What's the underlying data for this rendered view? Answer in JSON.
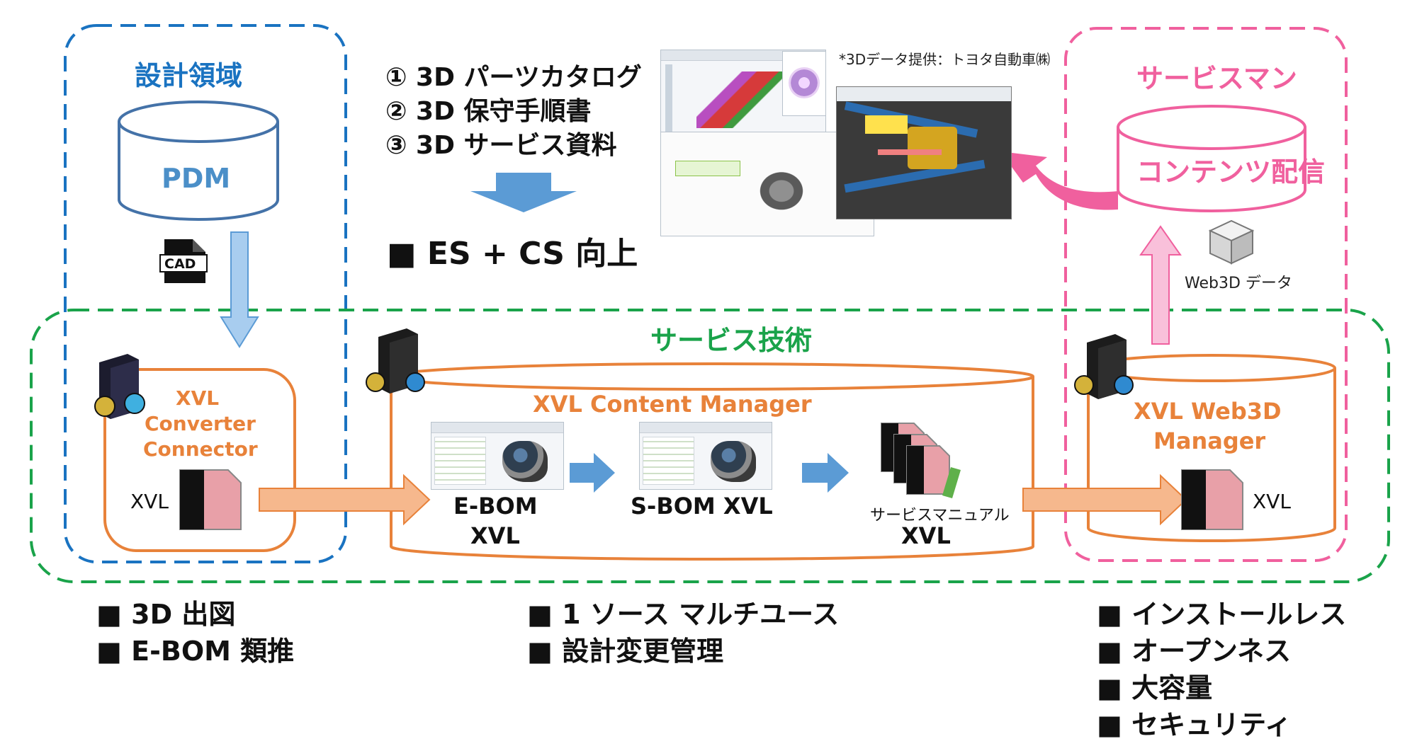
{
  "design_area": {
    "title": "設計領域",
    "db_label": "PDM",
    "file_icon": "CAD"
  },
  "service_man": {
    "title": "サービスマン",
    "db_label": "コンテンツ配信",
    "data_label": "Web3D データ"
  },
  "service_tech": {
    "title": "サービス技術"
  },
  "converter": {
    "title_lines": [
      "XVL",
      "Converter",
      "Connector"
    ],
    "file_label": "XVL"
  },
  "content_manager": {
    "title": "XVL Content Manager",
    "ebom_lines": [
      "E-BOM",
      "XVL"
    ],
    "sbom": "S-BOM XVL",
    "manual_small": "サービスマニュアル",
    "manual_big": "XVL"
  },
  "web3d_manager": {
    "title_lines": [
      "XVL Web3D",
      "Manager"
    ],
    "file_label": "XVL"
  },
  "outputs": [
    "① 3D パーツカタログ",
    "② 3D 保守手順書",
    "③ 3D サービス資料"
  ],
  "es_cs": "■ ES + CS 向上",
  "credit": "*3Dデータ提供：トヨタ自動車㈱",
  "bullets_left": [
    "3D 出図",
    "E-BOM 類推"
  ],
  "bullets_center": [
    "1 ソース マルチユース",
    "設計変更管理"
  ],
  "bullets_right": [
    "インストールレス",
    "オープンネス",
    "大容量",
    "セキュリティ"
  ],
  "colors": {
    "blue": "#1a73c1",
    "green": "#1aa34a",
    "pink": "#f0609e",
    "orange": "#e8823a",
    "pdm": "#4b8fc8",
    "light_blue_arrow": "#a8cdef",
    "big_blue_arrow": "#5b9bd5"
  }
}
